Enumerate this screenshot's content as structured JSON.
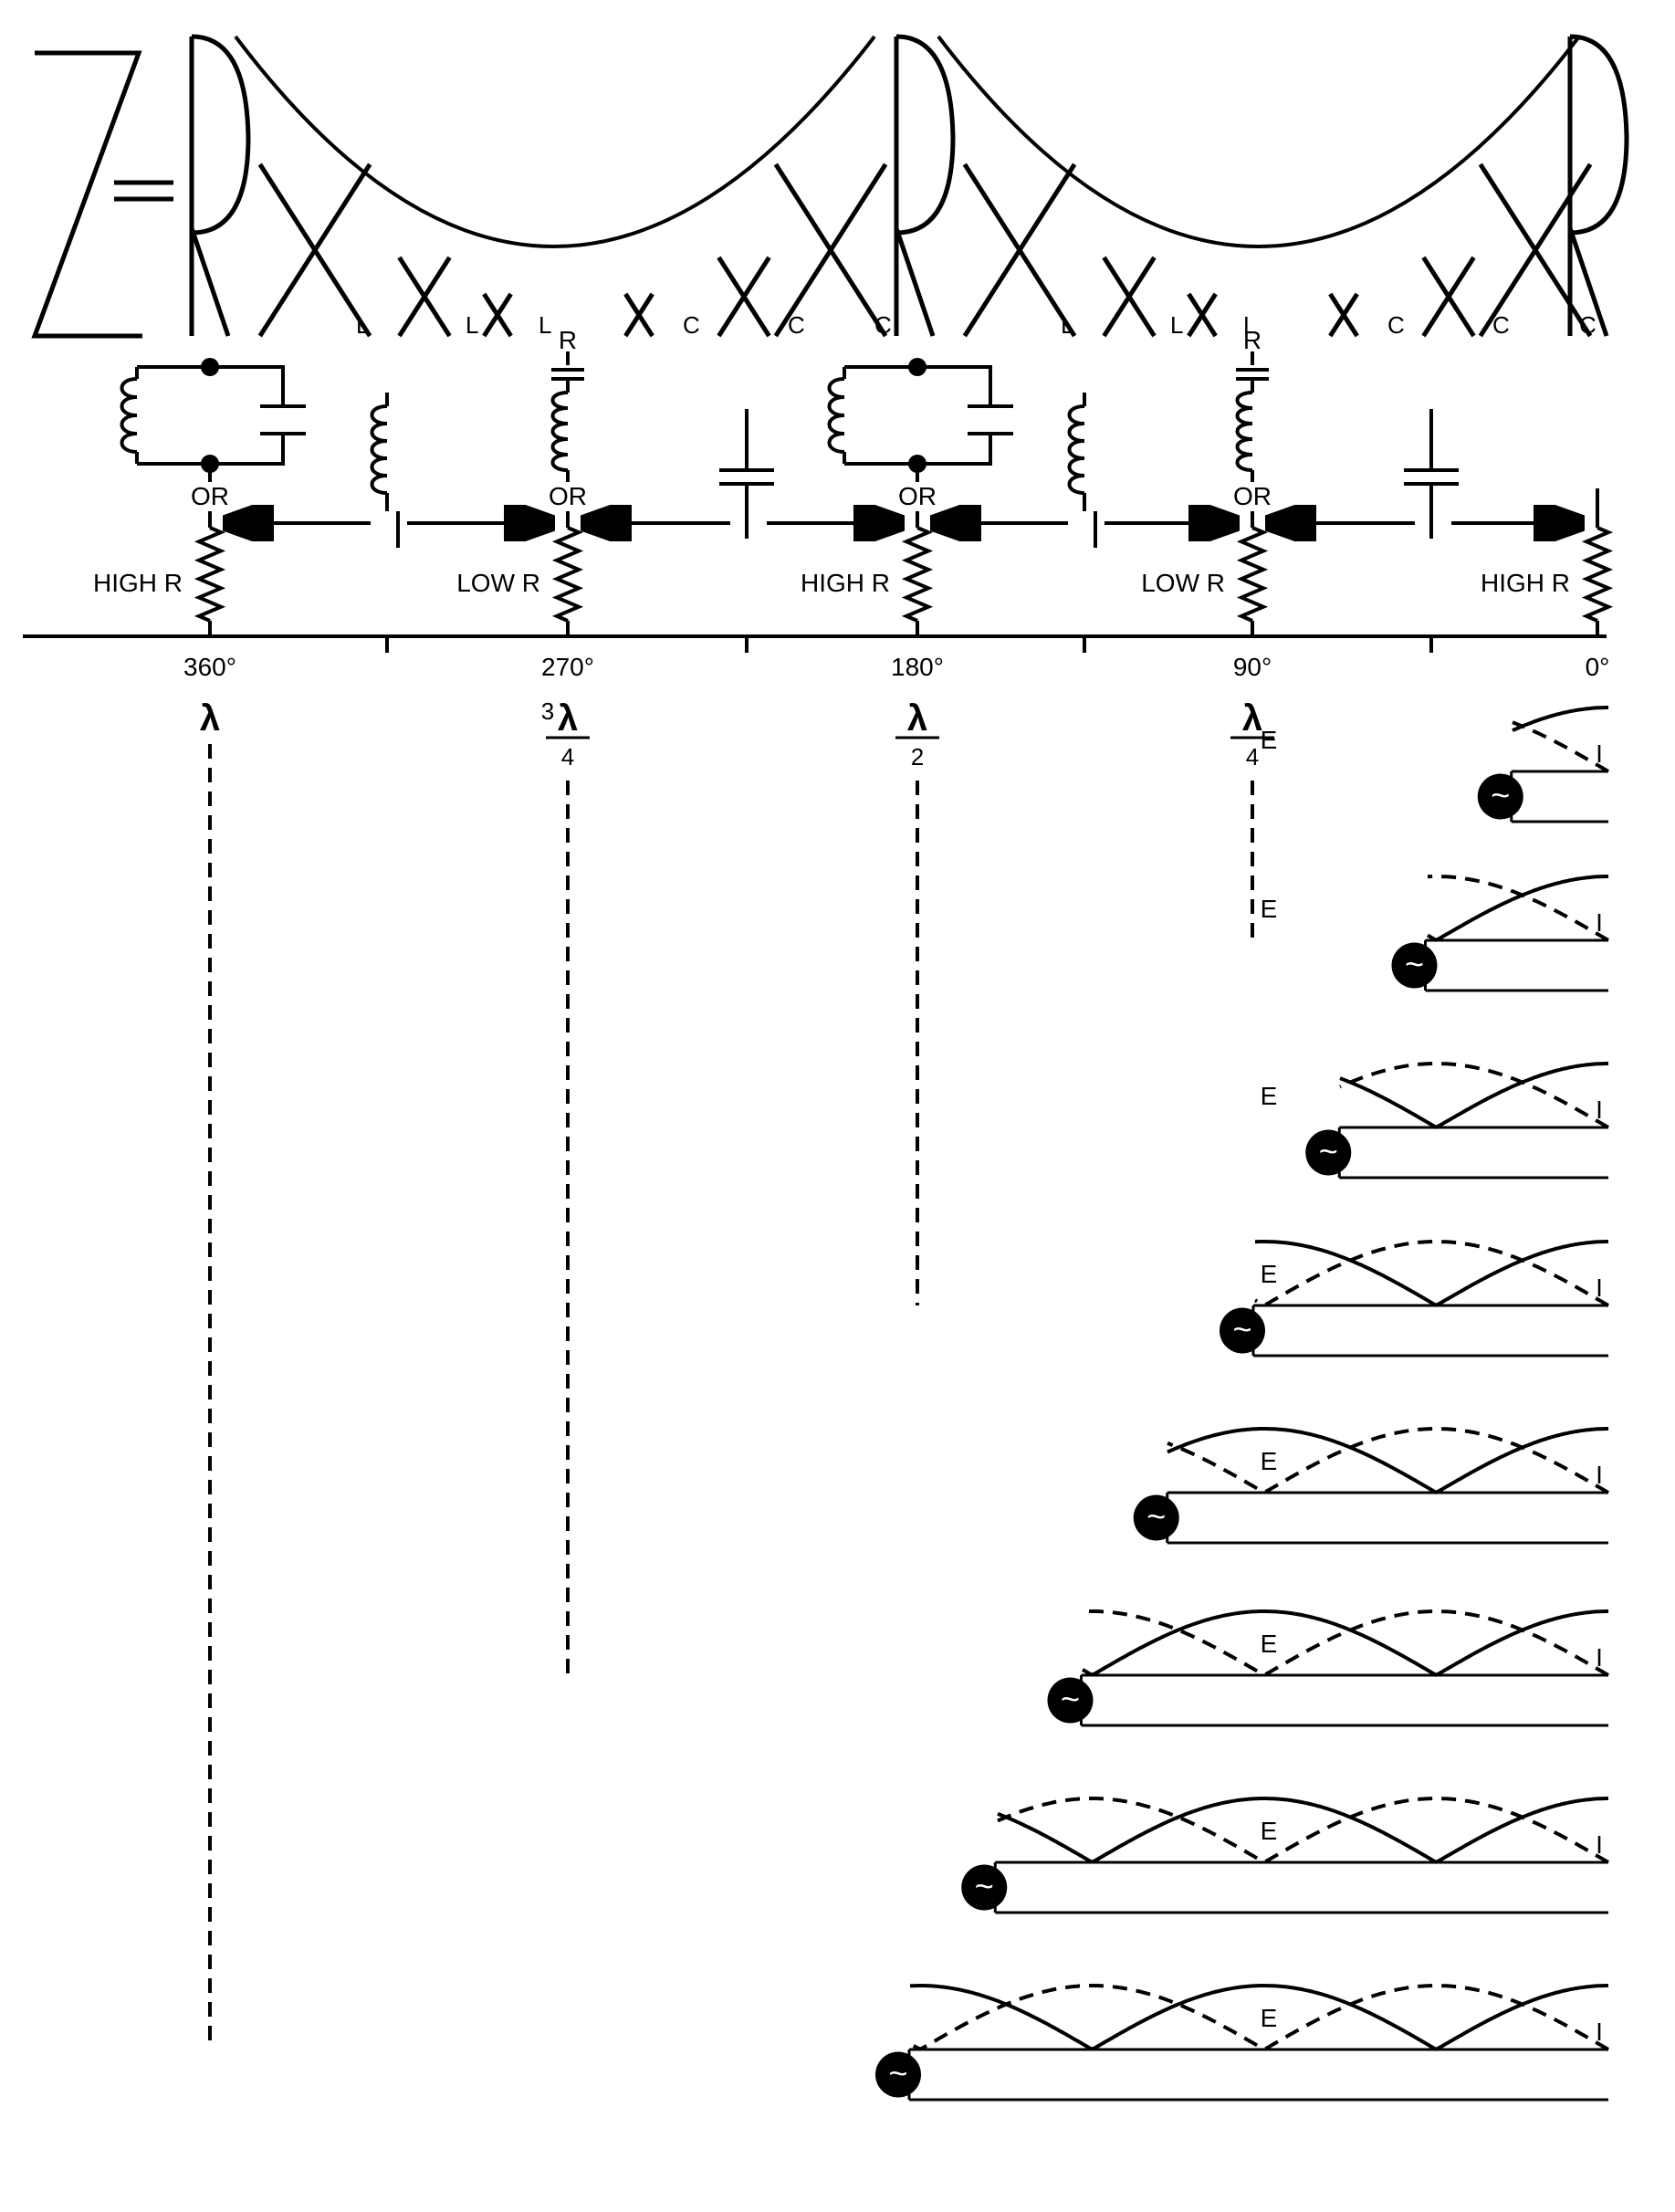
{
  "equation": {
    "lhs": "Z",
    "equals": "=",
    "terms_period": [
      "R",
      "X",
      "X",
      "X",
      "X",
      "X",
      "X",
      "R"
    ],
    "subscripts_period": [
      "L",
      "L",
      "L",
      "C",
      "C",
      "C"
    ]
  },
  "equivalents": {
    "or_label": "OR",
    "r_label": "R",
    "resistance_labels": [
      "HIGH R",
      "LOW R",
      "HIGH R",
      "LOW R",
      "HIGH R"
    ]
  },
  "phase_axis": {
    "degrees": [
      "360°",
      "270°",
      "180°",
      "90°",
      "0°"
    ],
    "fractions": [
      {
        "num": "",
        "sym": "λ",
        "den": ""
      },
      {
        "num": "3",
        "sym": "λ",
        "den": "4"
      },
      {
        "num": "",
        "sym": "λ",
        "den": "2"
      },
      {
        "num": "",
        "sym": "λ",
        "den": "4"
      }
    ]
  },
  "lines": {
    "voltage_label": "E",
    "current_label": "I",
    "generator_symbol": "~",
    "line_lengths_in_eighth_wavelengths": [
      1,
      2,
      3,
      4,
      5,
      6,
      7,
      8
    ]
  }
}
